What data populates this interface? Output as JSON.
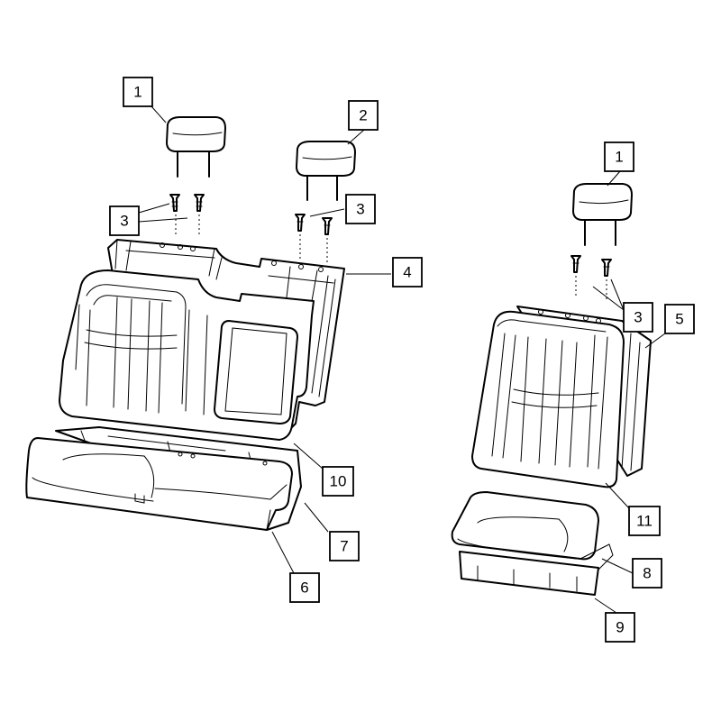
{
  "callouts": [
    {
      "id": "callout-1-left",
      "label": "1"
    },
    {
      "id": "callout-2",
      "label": "2"
    },
    {
      "id": "callout-3-left",
      "label": "3"
    },
    {
      "id": "callout-3-center",
      "label": "3"
    },
    {
      "id": "callout-4",
      "label": "4"
    },
    {
      "id": "callout-10",
      "label": "10"
    },
    {
      "id": "callout-7",
      "label": "7"
    },
    {
      "id": "callout-6",
      "label": "6"
    },
    {
      "id": "callout-1-right",
      "label": "1"
    },
    {
      "id": "callout-3-right",
      "label": "3"
    },
    {
      "id": "callout-5",
      "label": "5"
    },
    {
      "id": "callout-11",
      "label": "11"
    },
    {
      "id": "callout-8",
      "label": "8"
    },
    {
      "id": "callout-9",
      "label": "9"
    }
  ]
}
